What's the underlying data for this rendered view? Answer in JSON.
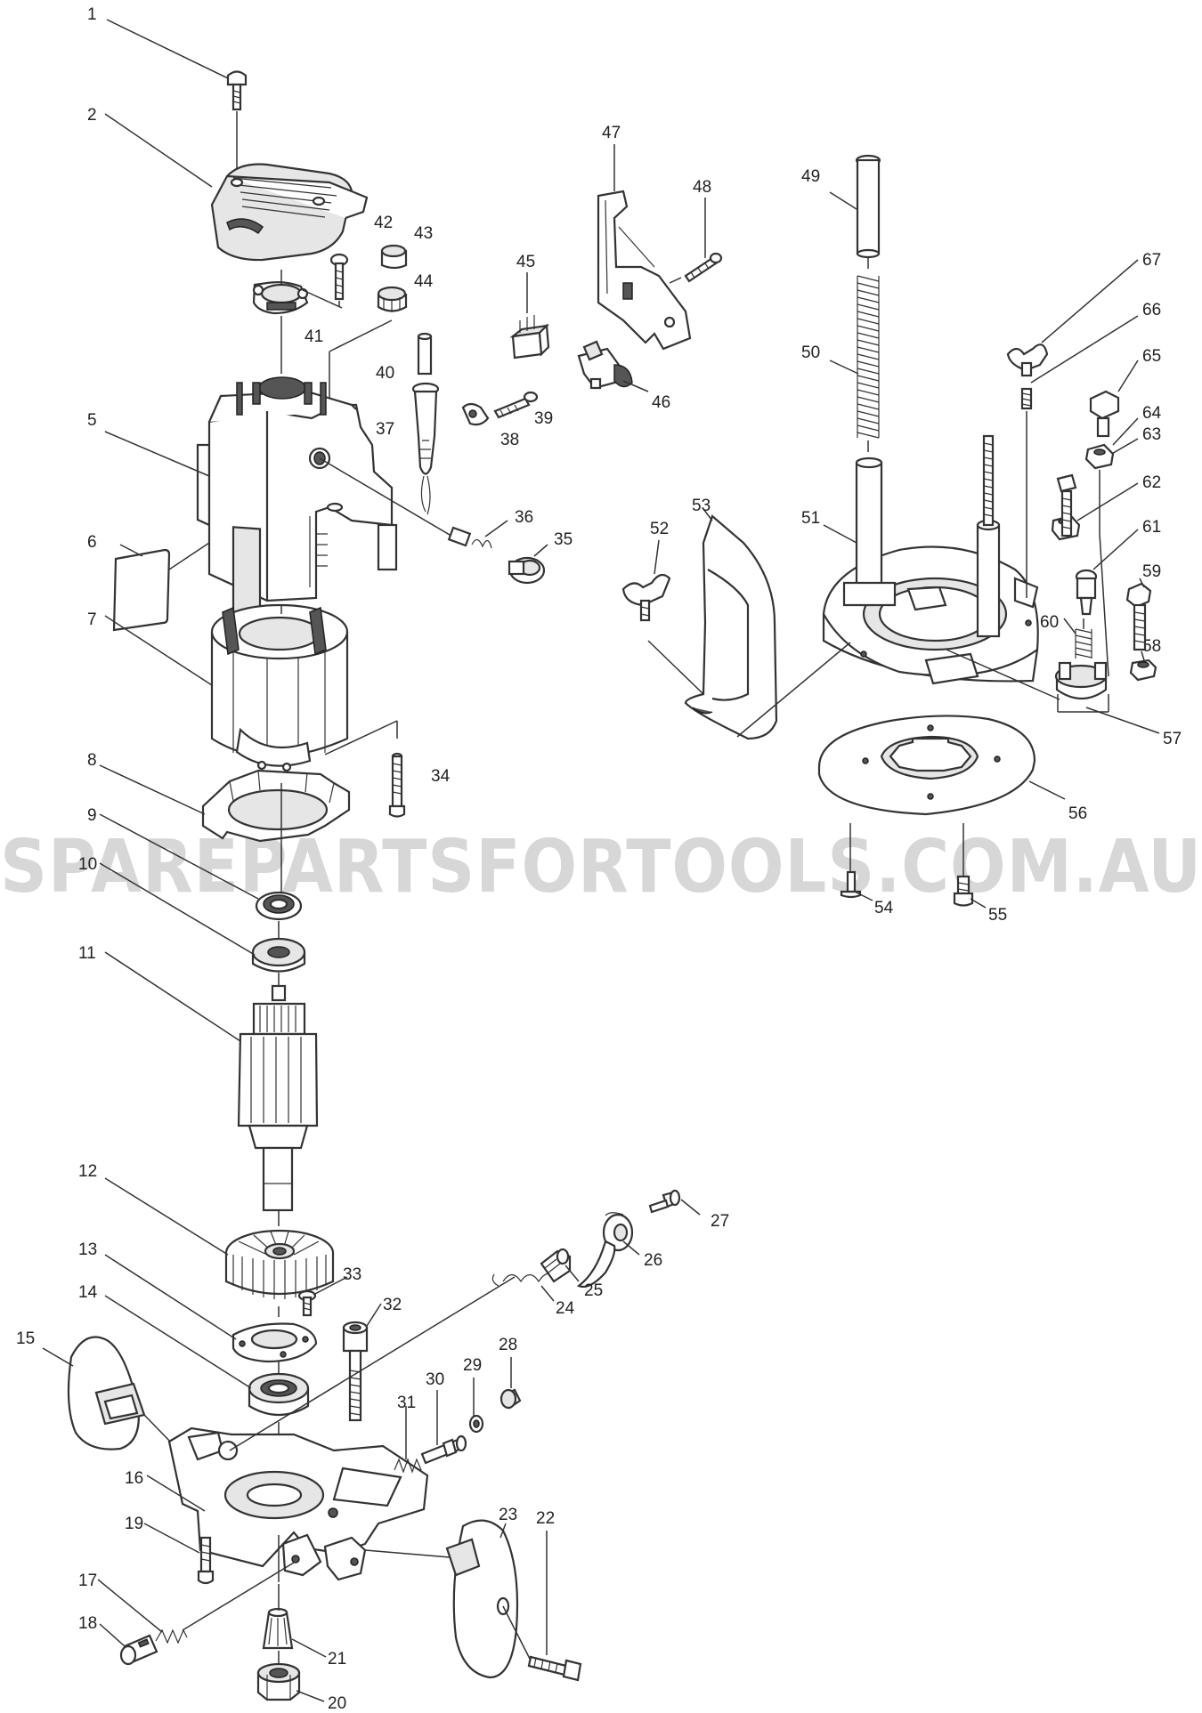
{
  "watermark": "SPAREPARTSFORTOOLS.COM.AU",
  "labels": {
    "p1": "1",
    "p2": "2",
    "p5": "5",
    "p6": "6",
    "p7": "7",
    "p8": "8",
    "p9": "9",
    "p10": "10",
    "p11": "11",
    "p12": "12",
    "p13": "13",
    "p14": "14",
    "p15": "15",
    "p16": "16",
    "p17": "17",
    "p18": "18",
    "p19": "19",
    "p20": "20",
    "p21": "21",
    "p22": "22",
    "p23": "23",
    "p24": "24",
    "p25": "25",
    "p26": "26",
    "p27": "27",
    "p28": "28",
    "p29": "29",
    "p30": "30",
    "p31": "31",
    "p32": "32",
    "p33": "33",
    "p34": "34",
    "p35": "35",
    "p36": "36",
    "p37": "37",
    "p38": "38",
    "p39": "39",
    "p40": "40",
    "p41": "41",
    "p42": "42",
    "p43": "43",
    "p44": "44",
    "p45": "45",
    "p46": "46",
    "p47": "47",
    "p48": "48",
    "p49": "49",
    "p50": "50",
    "p51": "51",
    "p52": "52",
    "p53": "53",
    "p54": "54",
    "p55": "55",
    "p56": "56",
    "p57": "57",
    "p58": "58",
    "p59": "59",
    "p60": "60",
    "p61": "61",
    "p62": "62",
    "p63": "63",
    "p64": "64",
    "p65": "65",
    "p66": "66",
    "p67": "67"
  }
}
